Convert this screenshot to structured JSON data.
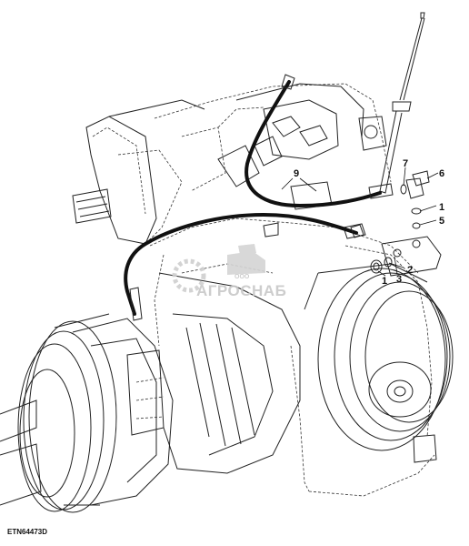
{
  "figure_id": "ETN64473D",
  "callouts": [
    "9",
    "7",
    "6",
    "1",
    "5",
    "2",
    "3",
    "1"
  ],
  "watermark": {
    "small": "ООО",
    "brand": "АГРОСНАБ"
  }
}
